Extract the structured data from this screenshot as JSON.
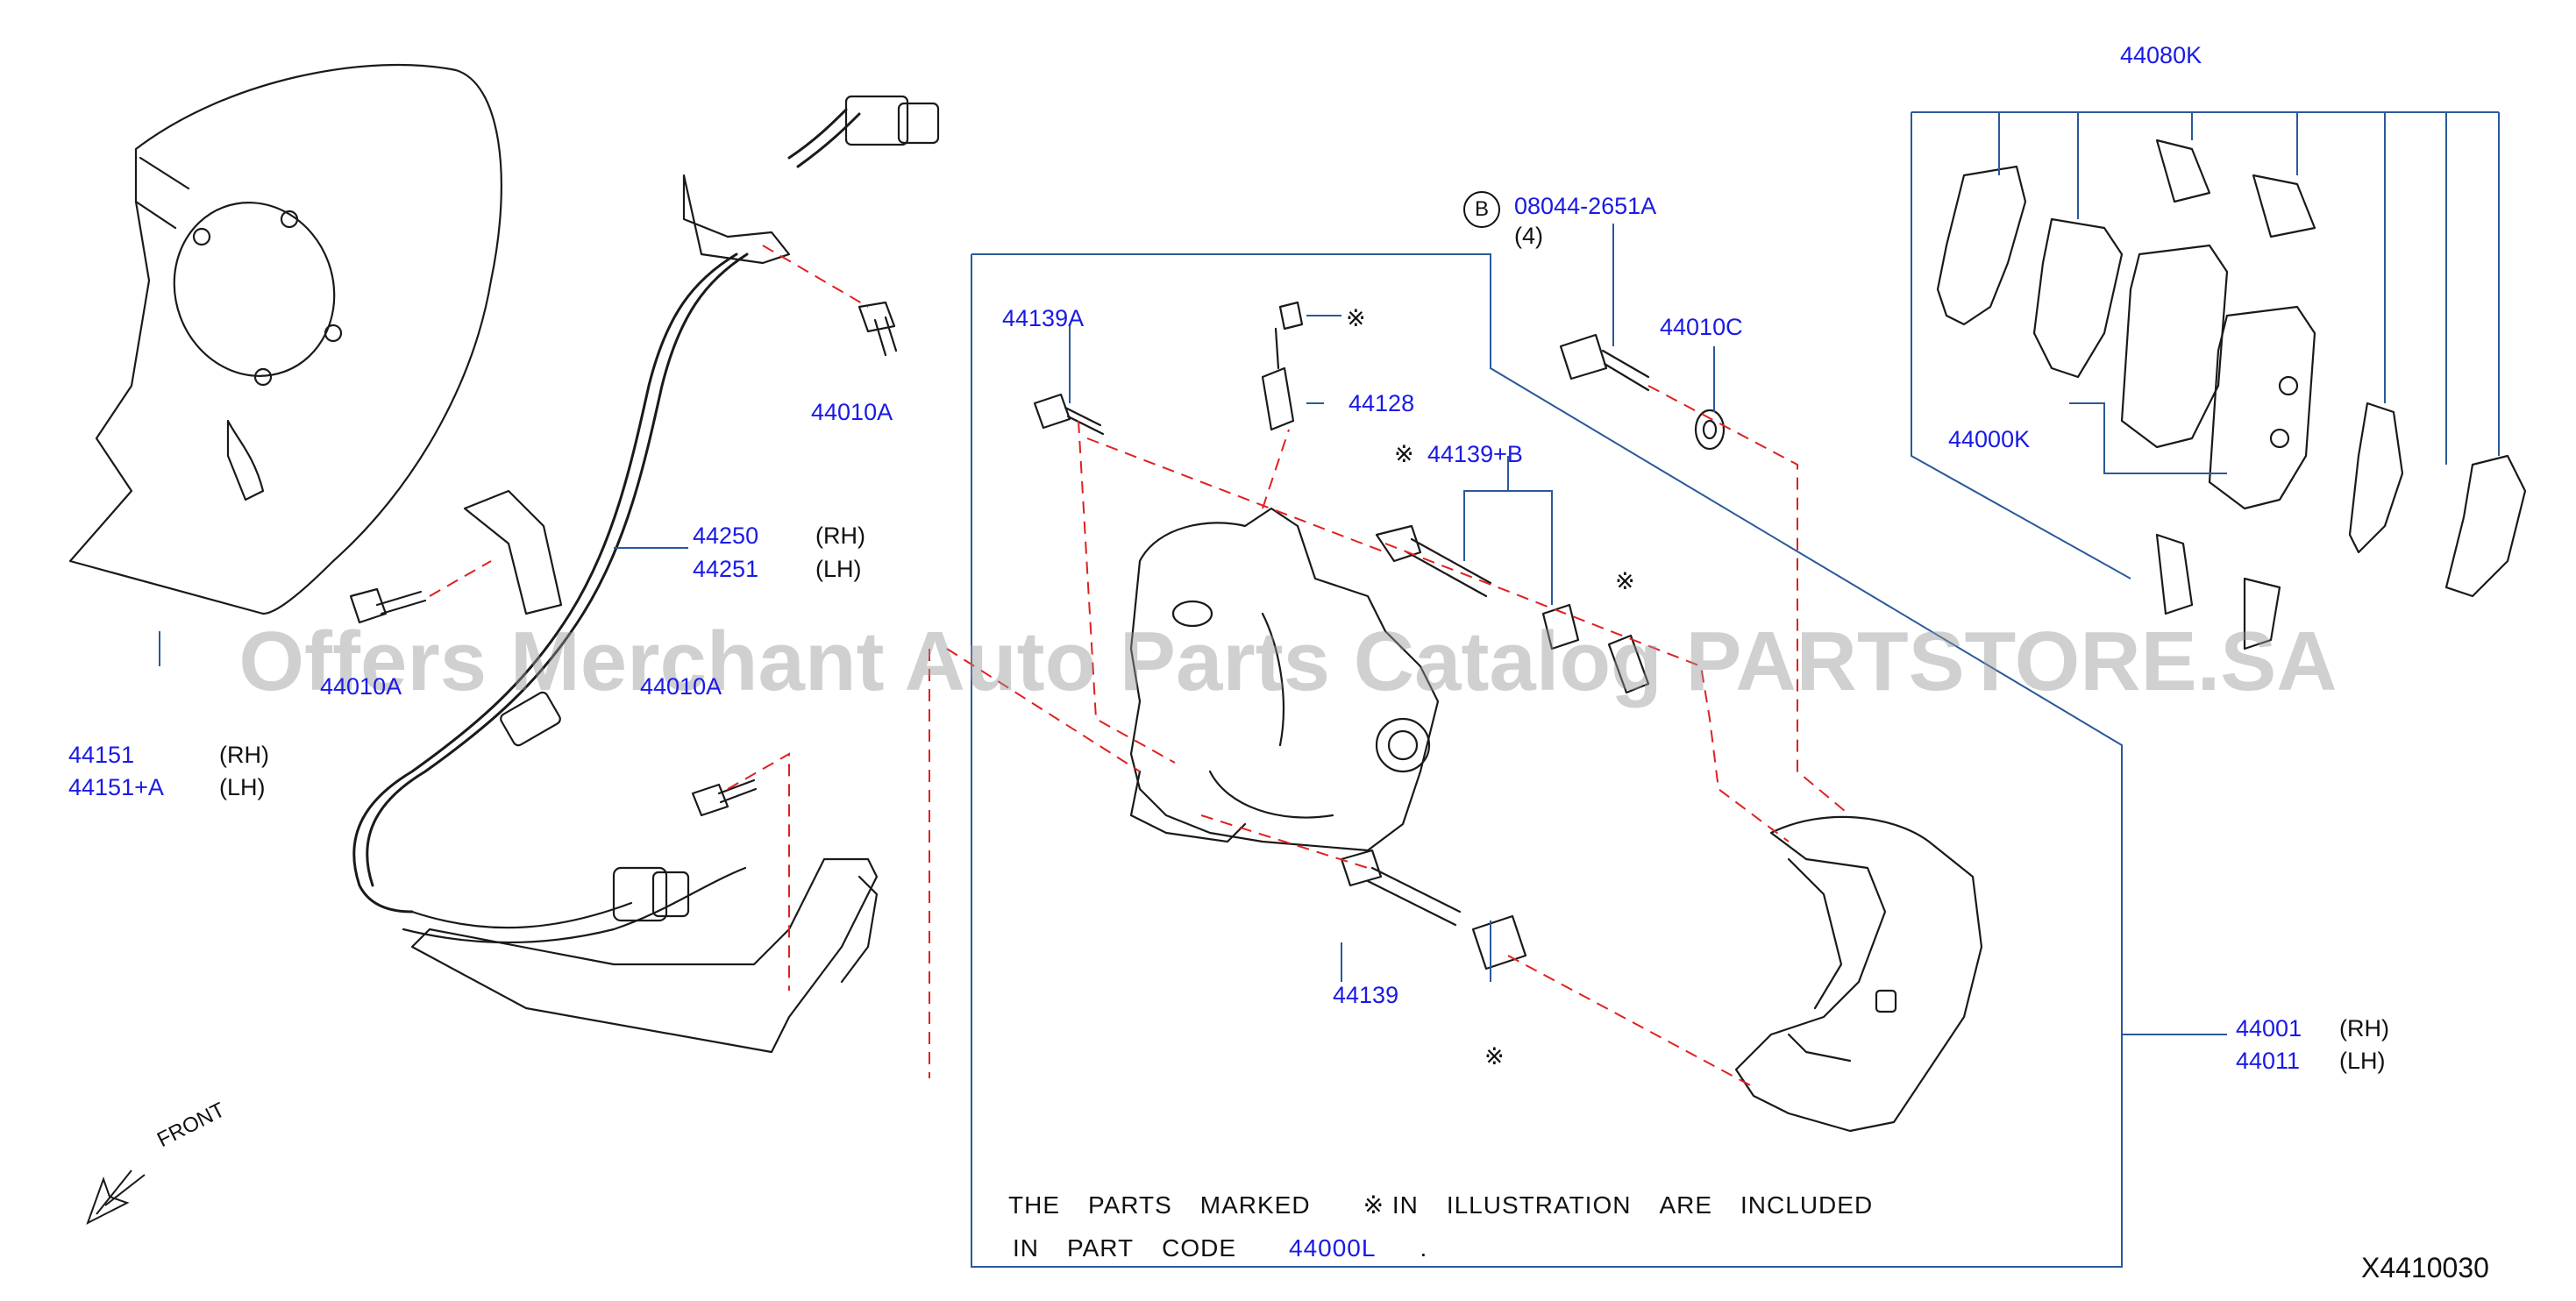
{
  "diagram_code": "X4410030",
  "watermark": "Offers Merchant Auto Parts Catalog PARTSTORE.SA",
  "front_label": "FRONT",
  "callouts": {
    "p44151": "44151",
    "p44151a": "44151+A",
    "p44151_rh": "(RH)",
    "p44151a_lh": "(LH)",
    "p44010_left": "44010A",
    "p44010_mid": "44010A",
    "p44010a": "44010A",
    "p44250": "44250",
    "p44251": "44251",
    "p44250_rh": "(RH)",
    "p44251_lh": "(LH)",
    "p44139a": "44139A",
    "p44128": "44128",
    "p44128_mark": "※",
    "p44139b": "44139+B",
    "p44139b_mark": "※",
    "boot_mark": "※",
    "p08044": "08044-2651A",
    "p08044_qty": "(4)",
    "p08044_circle": "B",
    "p44010c": "44010C",
    "p44080k": "44080K",
    "p44000k": "44000K",
    "p44139": "44139",
    "bottom_mark": "※",
    "p44001": "44001",
    "p44011": "44011",
    "p44001_rh": "(RH)",
    "p44011_lh": "(LH)"
  },
  "note": {
    "line1": [
      "THE",
      "PARTS",
      "MARKED",
      "※ IN",
      "ILLUSTRATION",
      "ARE",
      "INCLUDED"
    ],
    "line2": [
      "IN",
      "PART",
      "CODE"
    ],
    "part_code": "44000L",
    "period": "."
  },
  "colors": {
    "part_number": "#1a1ae6",
    "frame_line": "#2a5a9a",
    "dashed_line": "#e02020",
    "outline": "#1a1a1a"
  }
}
